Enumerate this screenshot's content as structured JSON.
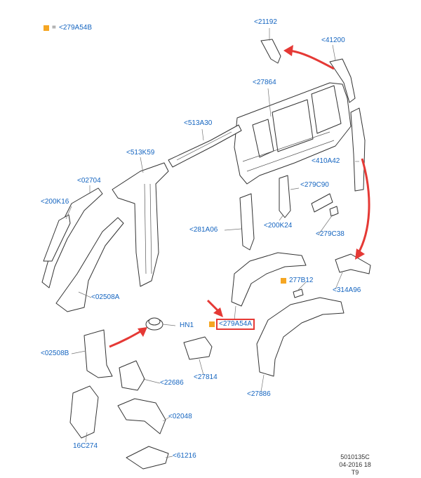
{
  "legend": {
    "symbol": "=",
    "part": "<279A54B"
  },
  "labels": {
    "p21192": "<21192",
    "p41200": "<41200",
    "p27864": "<27864",
    "p513A30": "<513A30",
    "p513K59": "<513K59",
    "p410A42": "<410A42",
    "p02704": "<02704",
    "p279C90": "<279C90",
    "p200K16": "<200K16",
    "p281A06": "<281A06",
    "p200K24": "<200K24",
    "p279C38": "<279C38",
    "p314A96": "<314A96",
    "p02508A": "<02508A",
    "p277B12": "277B12",
    "p279A54A": "<279A54A",
    "pHN1": "HN1",
    "p02508B": "<02508B",
    "p27814": "<27814",
    "p22686": "<22686",
    "p27886": "<27886",
    "p02048": "<02048",
    "p16C274": "16C274",
    "p61216": "<61216"
  },
  "footer": {
    "code": "5010135C",
    "date": "04-2016 18",
    "rev": "T9"
  },
  "colors": {
    "link": "#1565c0",
    "highlight": "#e53935",
    "swatch": "#f5a623",
    "line": "#333333"
  }
}
